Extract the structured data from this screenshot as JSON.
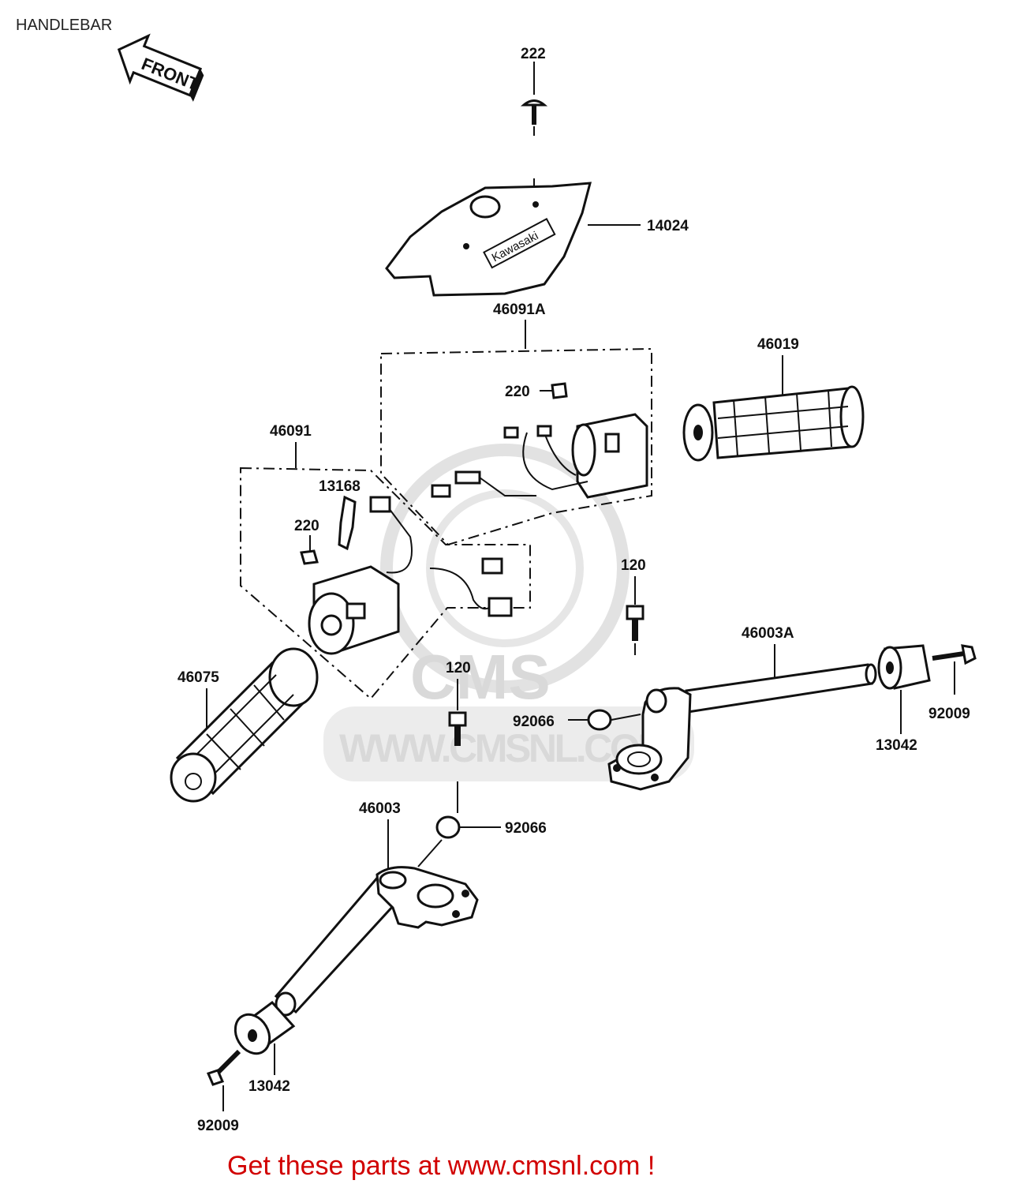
{
  "title": "HANDLEBAR",
  "front_arrow": {
    "label": "FRONT"
  },
  "brand_mark": "Kawasaki",
  "watermark": {
    "logo": "CMS",
    "url": "WWW.CMSNL.COM"
  },
  "callouts": {
    "c222": "222",
    "c14024": "14024",
    "c46091A": "46091A",
    "c46019": "46019",
    "c220a": "220",
    "c46091": "46091",
    "c13168": "13168",
    "c220b": "220",
    "c120a": "120",
    "c46003A": "46003A",
    "c46075": "46075",
    "c120b": "120",
    "c92066a": "92066",
    "c13042a": "13042",
    "c92009a": "92009",
    "c46003": "46003",
    "c92066b": "92066",
    "c13042b": "13042",
    "c92009b": "92009"
  },
  "footer": "Get these parts at www.cmsnl.com !",
  "colors": {
    "footer": "#d10000",
    "ink": "#111111",
    "watermark": "#d9d9d9"
  }
}
